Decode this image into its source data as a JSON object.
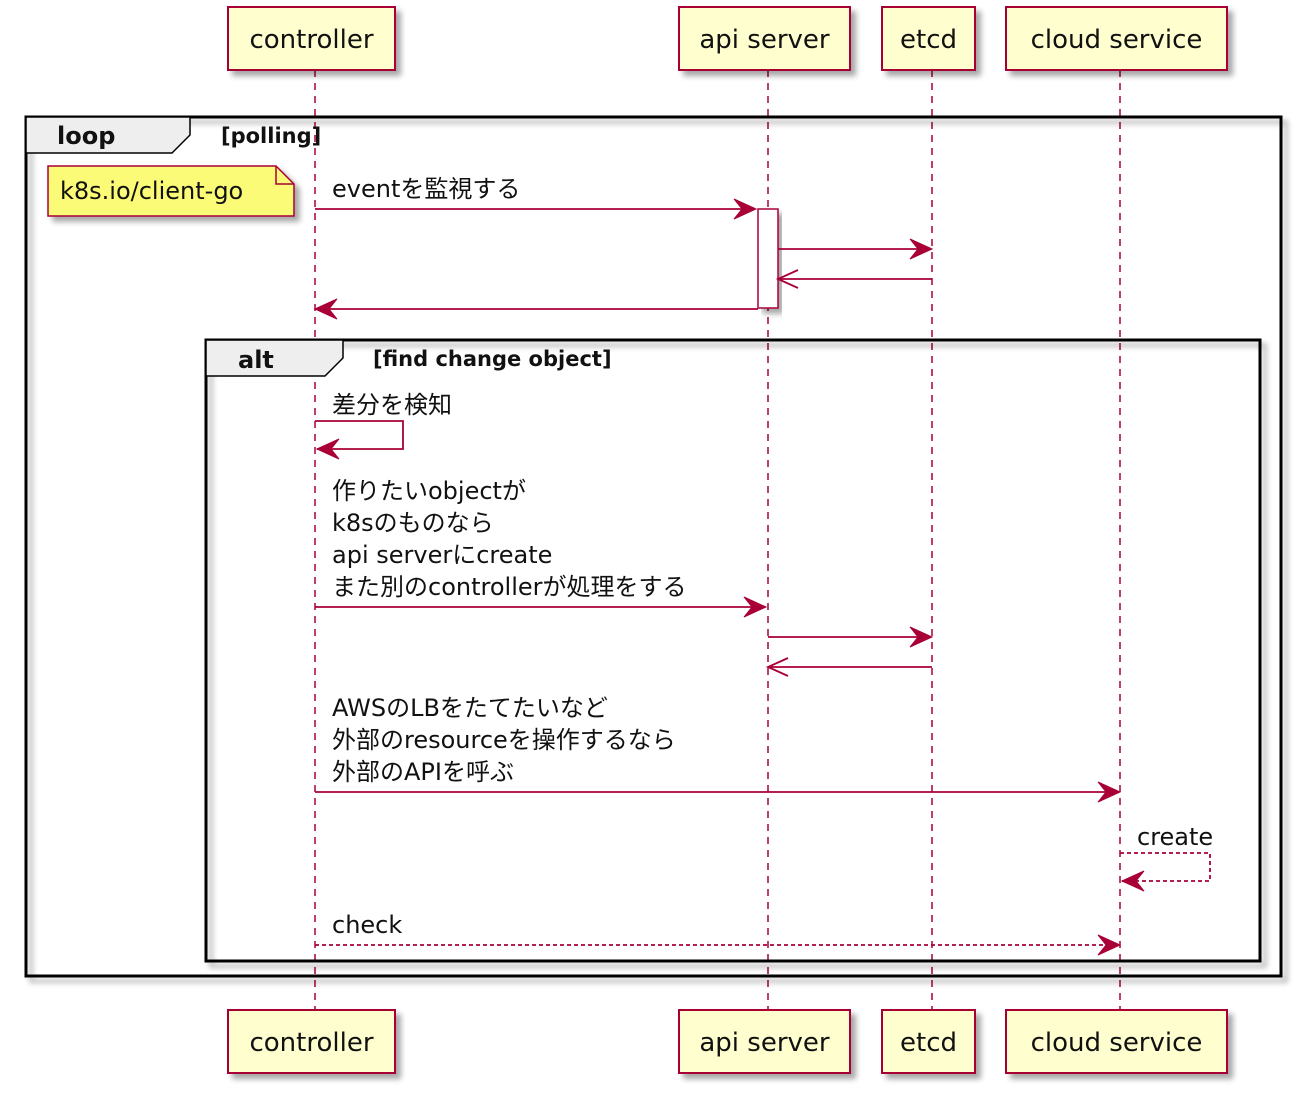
{
  "diagram": {
    "type": "sequence",
    "colors": {
      "participant_fill": "#FEFECE",
      "participant_border": "#A80036",
      "lifeline": "#A80036",
      "arrow": "#A80036",
      "frame_border": "#000000",
      "frame_label_fill": "#EEEEEE",
      "note_fill": "#FBFB77"
    },
    "participants": [
      {
        "id": "controller",
        "label": "controller"
      },
      {
        "id": "api",
        "label": "api server"
      },
      {
        "id": "etcd",
        "label": "etcd"
      },
      {
        "id": "cloud",
        "label": "cloud service"
      }
    ],
    "frames": [
      {
        "id": "loop",
        "kind": "loop",
        "condition": "[polling]"
      },
      {
        "id": "alt",
        "kind": "alt",
        "condition": "[find change object]"
      }
    ],
    "note": {
      "text": "k8s.io/client-go",
      "attached_to": "controller",
      "side": "left"
    },
    "messages": [
      {
        "from": "controller",
        "to": "api",
        "style": "solid",
        "head": "filled",
        "lines": [
          "eventを監視する"
        ]
      },
      {
        "from": "api",
        "to": "etcd",
        "style": "solid",
        "head": "filled",
        "lines": []
      },
      {
        "from": "etcd",
        "to": "api",
        "style": "solid",
        "head": "open",
        "lines": []
      },
      {
        "from": "api",
        "to": "controller",
        "style": "solid",
        "head": "filled",
        "lines": []
      },
      {
        "from": "controller",
        "to": "controller",
        "style": "solid",
        "head": "filled",
        "lines": [
          "差分を検知"
        ]
      },
      {
        "from": "controller",
        "to": "api",
        "style": "solid",
        "head": "filled",
        "lines": [
          "作りたいobjectが",
          "k8sのものなら",
          "api serverにcreate",
          "また別のcontrollerが処理をする"
        ]
      },
      {
        "from": "api",
        "to": "etcd",
        "style": "solid",
        "head": "filled",
        "lines": []
      },
      {
        "from": "etcd",
        "to": "api",
        "style": "solid",
        "head": "open",
        "lines": []
      },
      {
        "from": "controller",
        "to": "cloud",
        "style": "solid",
        "head": "filled",
        "lines": [
          "AWSのLBをたてたいなど",
          "外部のresourceを操作するなら",
          "外部のAPIを呼ぶ"
        ]
      },
      {
        "from": "cloud",
        "to": "cloud",
        "style": "dashed",
        "head": "filled",
        "lines": [
          "create"
        ]
      },
      {
        "from": "controller",
        "to": "cloud",
        "style": "dashed",
        "head": "filled",
        "lines": [
          "check"
        ]
      }
    ]
  }
}
